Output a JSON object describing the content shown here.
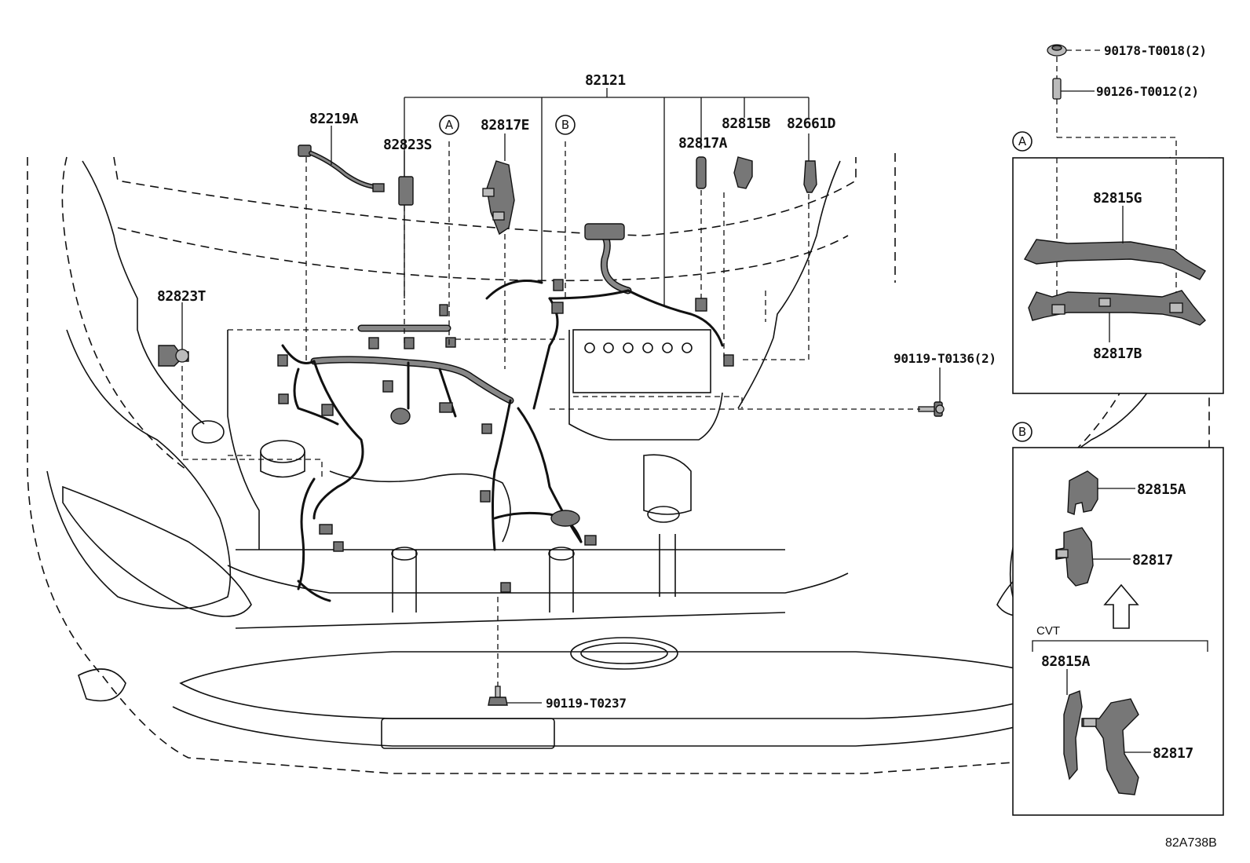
{
  "diagram": {
    "ref_code": "82A738B",
    "main_labels": {
      "harness": "82121",
      "p82219A": "82219A",
      "p82823S": "82823S",
      "p82817E": "82817E",
      "p82817A": "82817A",
      "p82815B": "82815B",
      "p82661D": "82661D",
      "p82823T": "82823T",
      "bolt_side": "90119-T0136(2)",
      "bolt_front": "90119-T0237",
      "nut_top": "90178-T0018(2)",
      "stud_top": "90126-T0012(2)"
    },
    "callouts": {
      "a": "A",
      "b": "B"
    },
    "detail_a": {
      "marker": "A",
      "upper": "82815G",
      "lower": "82817B"
    },
    "detail_b": {
      "marker": "B",
      "top_cover": "82815A",
      "top_bracket": "82817",
      "cvt_label": "CVT",
      "cvt_cover": "82815A",
      "cvt_bracket": "82817"
    }
  }
}
